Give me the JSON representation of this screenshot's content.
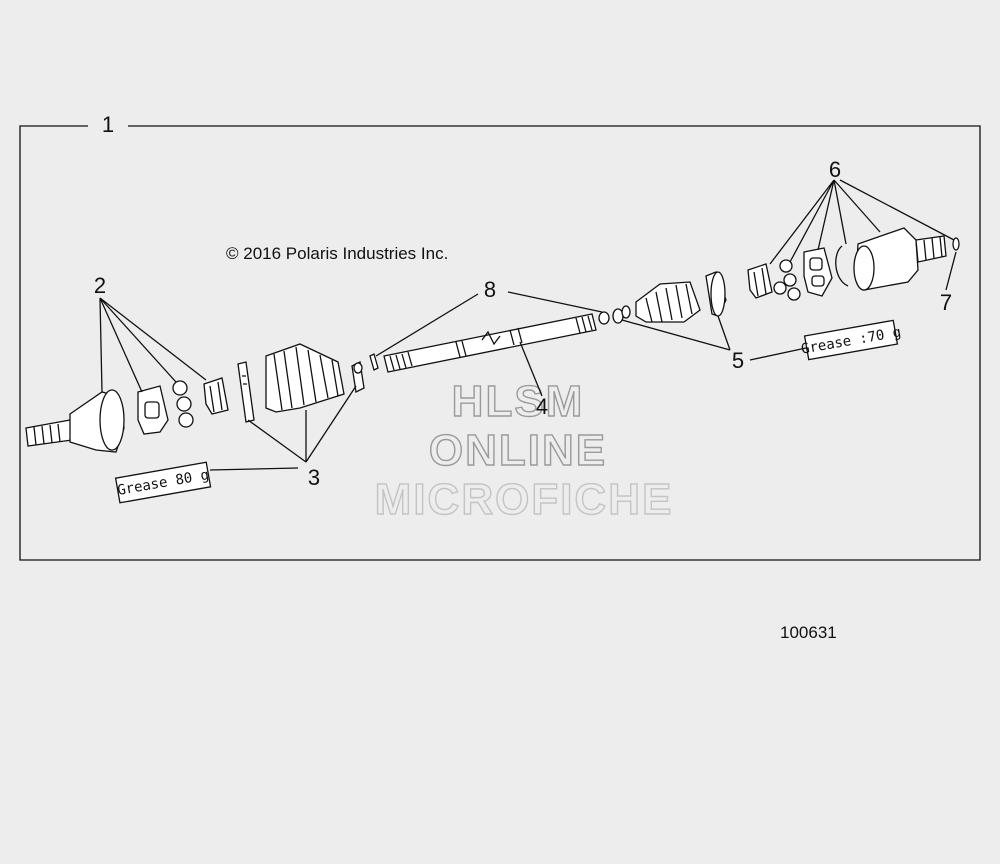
{
  "callouts": {
    "c1": "1",
    "c2": "2",
    "c3": "3",
    "c4": "4",
    "c5": "5",
    "c6": "6",
    "c7": "7",
    "c8": "8"
  },
  "copyright": "© 2016 Polaris Industries Inc.",
  "grease_left": "Grease 80 g",
  "grease_right": "Grease :70 g",
  "watermark": {
    "line1": "HLSM",
    "line2": "ONLINE",
    "line3": "MICROFICHE"
  },
  "figure_number": "100631"
}
